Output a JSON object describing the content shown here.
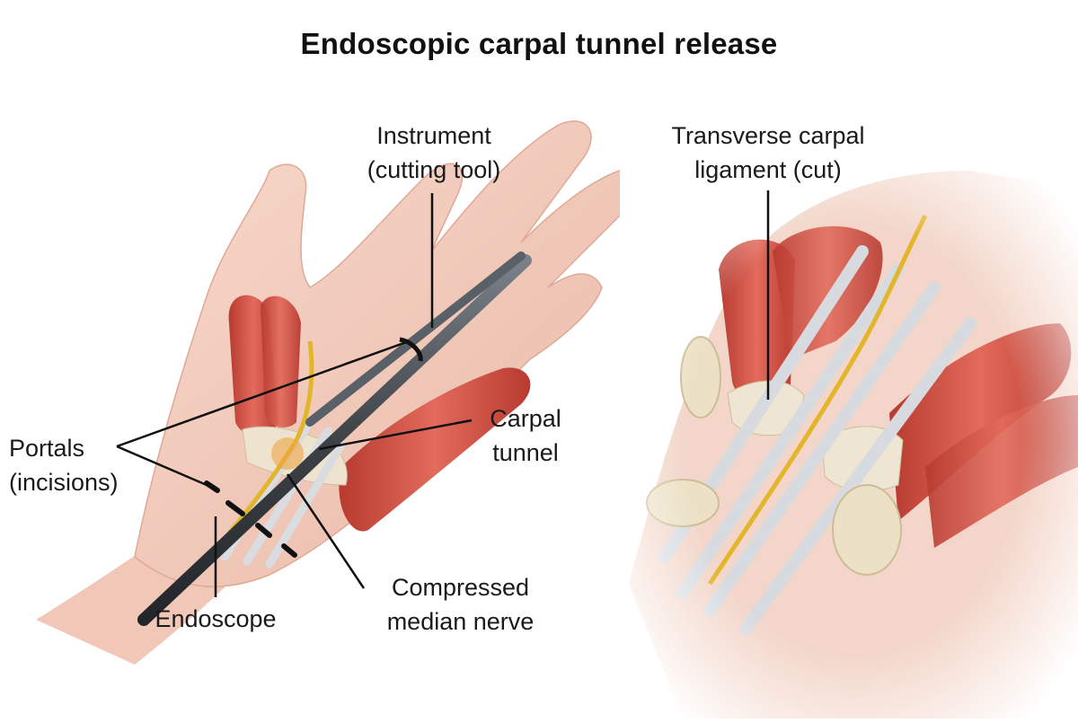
{
  "title": "Endoscopic carpal tunnel release",
  "colors": {
    "background": "#ffffff",
    "skin": "#f3cbbd",
    "muscle": "#d65a4c",
    "tendon": "#ece5d2",
    "nerve": "#e3b52b",
    "instrument": "#4a5056",
    "leader_line": "#111111"
  },
  "labels": {
    "instrument": [
      "Instrument",
      "(cutting tool)"
    ],
    "transverse_ligament": [
      "Transverse carpal",
      "ligament (cut)"
    ],
    "carpal_tunnel": [
      "Carpal",
      "tunnel"
    ],
    "portals": [
      "Portals",
      "(incisions)"
    ],
    "endoscope": "Endoscope",
    "compressed_nerve": [
      "Compressed",
      "median nerve"
    ]
  }
}
